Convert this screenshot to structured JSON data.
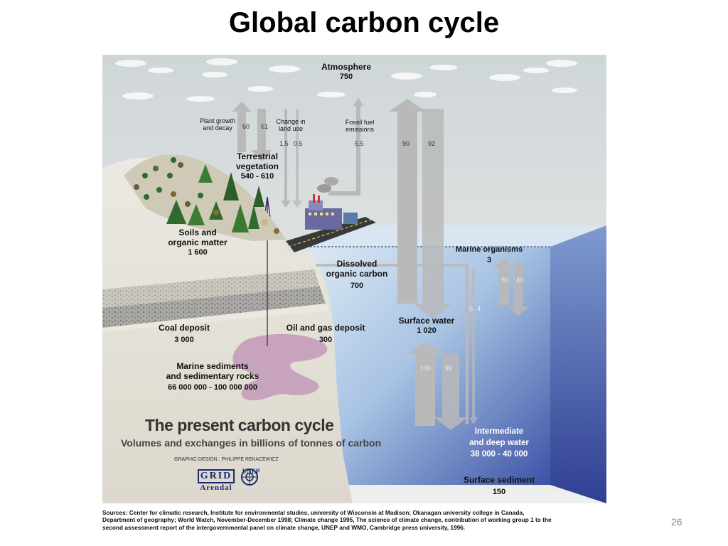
{
  "slide": {
    "title": "Global carbon cycle",
    "page_number": "26"
  },
  "reservoirs": {
    "atmosphere": {
      "label": "Atmosphere",
      "value": "750"
    },
    "terrestrial": {
      "label": "Terrestrial vegetation",
      "line1": "Terrestrial",
      "line2": "vegetation",
      "value": "540 - 610"
    },
    "soils": {
      "line1": "Soils and",
      "line2": "organic matter",
      "value": "1 600"
    },
    "dissolved": {
      "line1": "Dissolved",
      "line2": "organic carbon",
      "value": "700"
    },
    "marine_organisms": {
      "label": "Marine organisms",
      "value": "3"
    },
    "surface_water": {
      "label": "Surface water",
      "value": "1 020"
    },
    "coal": {
      "label": "Coal deposit",
      "value": "3 000"
    },
    "oil_gas": {
      "label": "Oil and gas deposit",
      "value": "300"
    },
    "sediments": {
      "line1": "Marine sediments",
      "line2": "and sedimentary rocks",
      "value": "66 000 000 - 100 000 000"
    },
    "deep_water": {
      "line1": "Intermediate",
      "line2": "and deep water",
      "value": "38 000 - 40 000"
    },
    "surface_sediment": {
      "label": "Surface sediment",
      "value": "150"
    }
  },
  "flows": {
    "plant": {
      "line1": "Plant growth",
      "line2": "and decay",
      "up": "60",
      "down": "61"
    },
    "land_use": {
      "line1": "Change in",
      "line2": "land use",
      "a": "1.5",
      "b": "0.5"
    },
    "fossil": {
      "line1": "Fossil fuel",
      "line2": "emissions",
      "value": "5.5"
    },
    "ocean_atm": {
      "up": "90",
      "down": "92"
    },
    "marine": {
      "a": "50",
      "b": "40"
    },
    "deep": {
      "up": "100",
      "down": "92"
    },
    "sinking": {
      "a": "6",
      "b": "4"
    }
  },
  "caption": {
    "title": "The present carbon cycle",
    "subtitle": "Volumes and exchanges in billions of tonnes of carbon",
    "credit": "GRAPHIC DESIGN : PHILIPPE REKACEWICZ",
    "grid_logo": "GRID",
    "grid_sub": "Arendal",
    "unep": "UNEP"
  },
  "sources": "Sources: Center for climatic research, Institute for environmental studies, university of Wisconsin at Madison;  Okanagan university college in Canada, Department of geography; World Watch, November-December 1998; Climate change 1995, The science of climate change, contribution of working group 1 to the second assessment report of the intergovernmental panel on climate change, UNEP and WMO, Cambridge press university,  1996.",
  "colors": {
    "sky": "#dfe3e4",
    "ocean_surface": "#c9dcef",
    "ocean_deep": "#3d52a6",
    "land": "#e4e1d8",
    "arrow": "#b9b9b9",
    "oil": "#c8a3bd",
    "logo": "#1a2a6c"
  }
}
